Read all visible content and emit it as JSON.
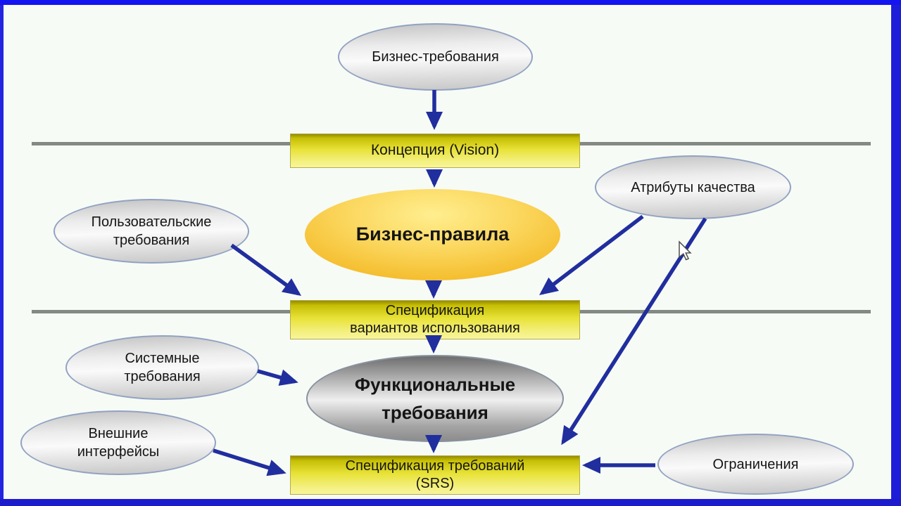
{
  "diagram": {
    "nodes": {
      "business_requirements": {
        "label": "Бизнес-требования"
      },
      "vision": {
        "label": "Концепция (Vision)"
      },
      "business_rules": {
        "label": "Бизнес-правила"
      },
      "user_requirements": {
        "lines": [
          "Пользовательские",
          "требования"
        ]
      },
      "quality_attributes": {
        "label": "Атрибуты качества"
      },
      "use_case_spec": {
        "lines": [
          "Спецификация",
          "вариантов использования"
        ]
      },
      "system_requirements": {
        "lines": [
          "Системные",
          "требования"
        ]
      },
      "functional_requirements": {
        "lines": [
          "Функциональные",
          "требования"
        ]
      },
      "external_interfaces": {
        "lines": [
          "Внешние",
          "интерфейсы"
        ]
      },
      "srs": {
        "lines": [
          "Спецификация требований",
          "(SRS)"
        ]
      },
      "constraints": {
        "label": "Ограничения"
      }
    },
    "colors": {
      "arrow": "#202e9e",
      "frame_blue": "#1414f0",
      "gray_line": "#838983",
      "box_yellow": "#e8e238",
      "gold_ellipse": "#f5bf31"
    }
  }
}
